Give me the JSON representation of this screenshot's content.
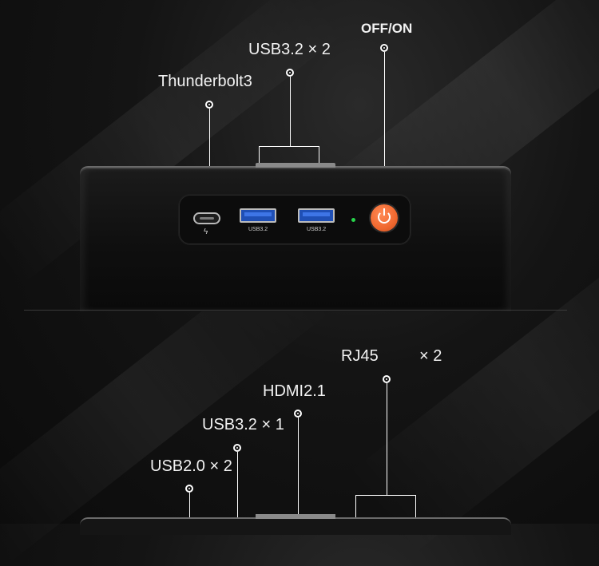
{
  "top_labels": {
    "power": "OFF/ON",
    "usb32_x2": "USB3.2 × 2",
    "thunderbolt": "Thunderbolt3"
  },
  "front_panel": {
    "usb_port_1_label": "USB3.2",
    "usb_port_2_label": "USB3.2"
  },
  "bottom_labels": {
    "rj45": "RJ45",
    "rj45_count": "× 2",
    "hdmi": "HDMI2.1",
    "usb32_x1": "USB3.2 × 1",
    "usb20_x2": "USB2.0 × 2"
  },
  "colors": {
    "power_button": "#f0682f",
    "usb_port": "#1f4fb5",
    "led": "#27d34b"
  }
}
